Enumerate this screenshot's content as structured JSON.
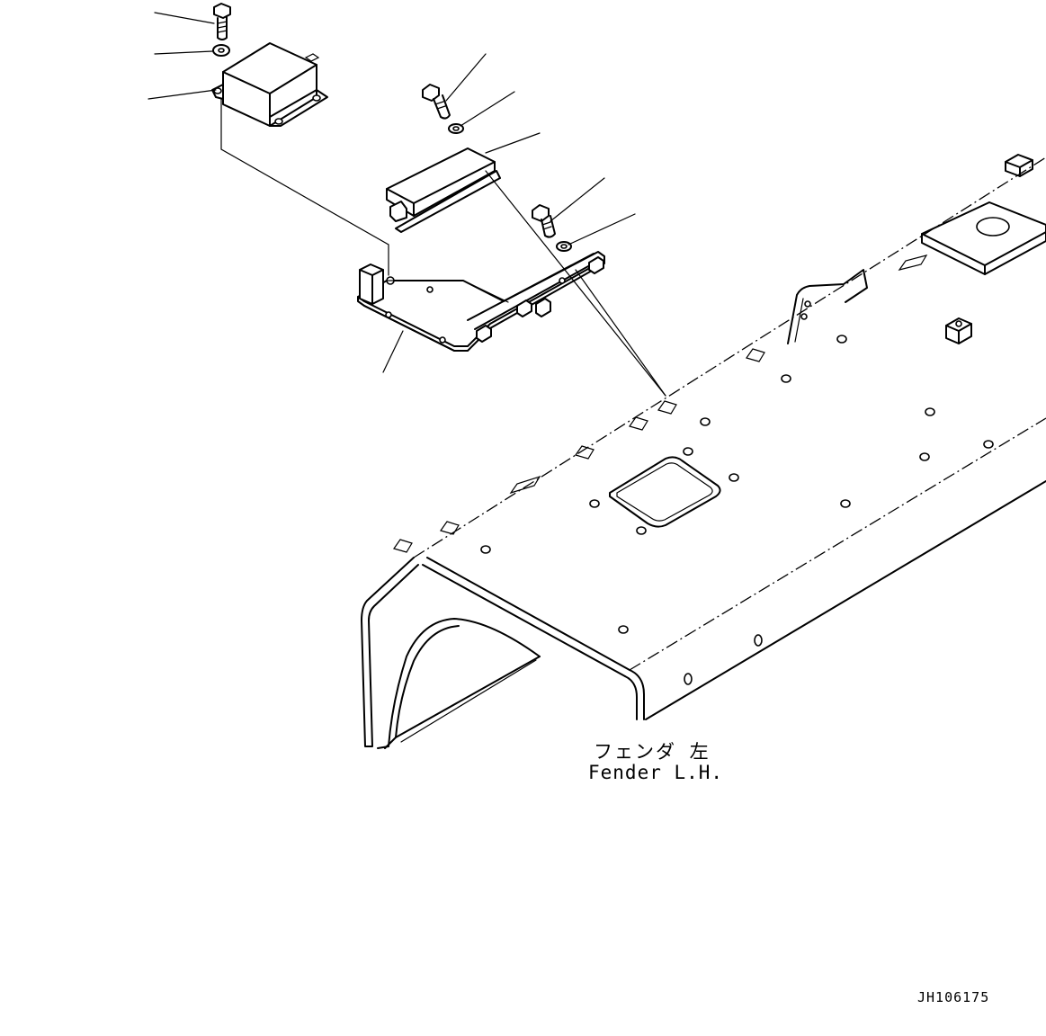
{
  "diagram": {
    "part_name_jp": "フェンダ 左",
    "part_name_en": "Fender L.H.",
    "drawing_number": "JH106175"
  }
}
